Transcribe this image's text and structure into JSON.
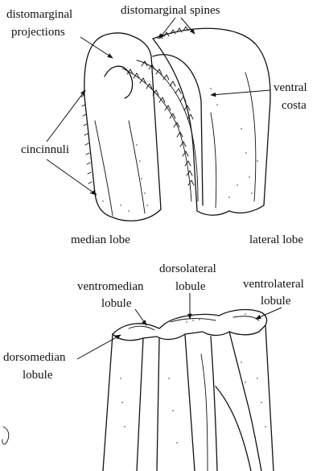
{
  "labels": {
    "distomarginal_projections_l1": "distomarginal",
    "distomarginal_projections_l2": "projections",
    "distomarginal_spines": "distomarginal spines",
    "ventral_costa_l1": "ventral",
    "ventral_costa_l2": "costa",
    "cincinnuli": "cincinnuli",
    "median_lobe": "median lobe",
    "lateral_lobe": "lateral lobe",
    "dorsolateral_lobule_l1": "dorsolateral",
    "dorsolateral_lobule_l2": "lobule",
    "ventromedian_lobule_l1": "ventromedian",
    "ventromedian_lobule_l2": "lobule",
    "ventrolateral_lobule_l1": "ventrolateral",
    "ventrolateral_lobule_l2": "lobule",
    "dorsomedian_lobule_l1": "dorsomedian",
    "dorsomedian_lobule_l2": "lobule"
  }
}
